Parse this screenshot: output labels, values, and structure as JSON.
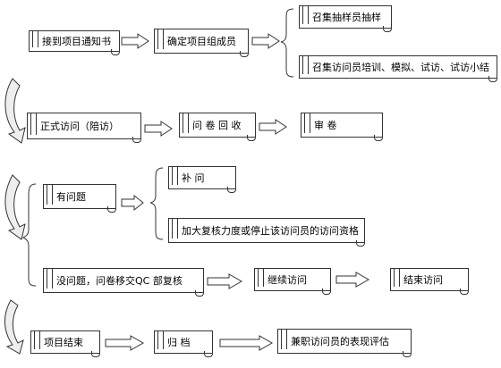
{
  "nodes": {
    "receive_notice": "接到项目通知书",
    "confirm_members": "确定项目组成员",
    "gather_sampler": "召集抽样员抽样",
    "gather_interviewers": "召集访问员培训、模拟、试访、试访小结",
    "formal_interview": "正式访问（陪访）",
    "collect_questionnaire": "问 卷 回 收",
    "review": "审    卷",
    "problem": "有问题",
    "reinterview": "补  问",
    "increase_review": "加大复核力度或停止该访问员的访问资格",
    "no_problem": "没问题，问卷移交QC 部复核",
    "continue_interview": "继续访问",
    "end_interview": "结束访问",
    "project_end": "项目结束",
    "archive": "归  档",
    "evaluate": "兼职访问员的表现评估"
  }
}
